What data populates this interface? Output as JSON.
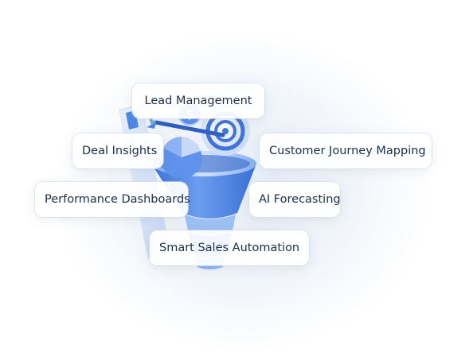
{
  "features": {
    "lead_management": "Lead Management",
    "deal_insights": "Deal Insights",
    "customer_journey_mapping": "Customer Journey Mapping",
    "performance_dashboards": "Performance Dashboards",
    "ai_forecasting": "AI Forecasting",
    "smart_sales_automation": "Smart Sales Automation"
  },
  "illustration": {
    "icons": [
      "sales-funnel-icon",
      "target-icon",
      "dart-icon",
      "dollar-coin-icon",
      "pie-chart-icon",
      "clipboard-icon"
    ],
    "coin_symbol": "$"
  },
  "colors": {
    "text": "#1c2e4a",
    "funnel_blue": "#4f86e6",
    "funnel_light": "#9cc0f5",
    "background": "#ffffff"
  }
}
